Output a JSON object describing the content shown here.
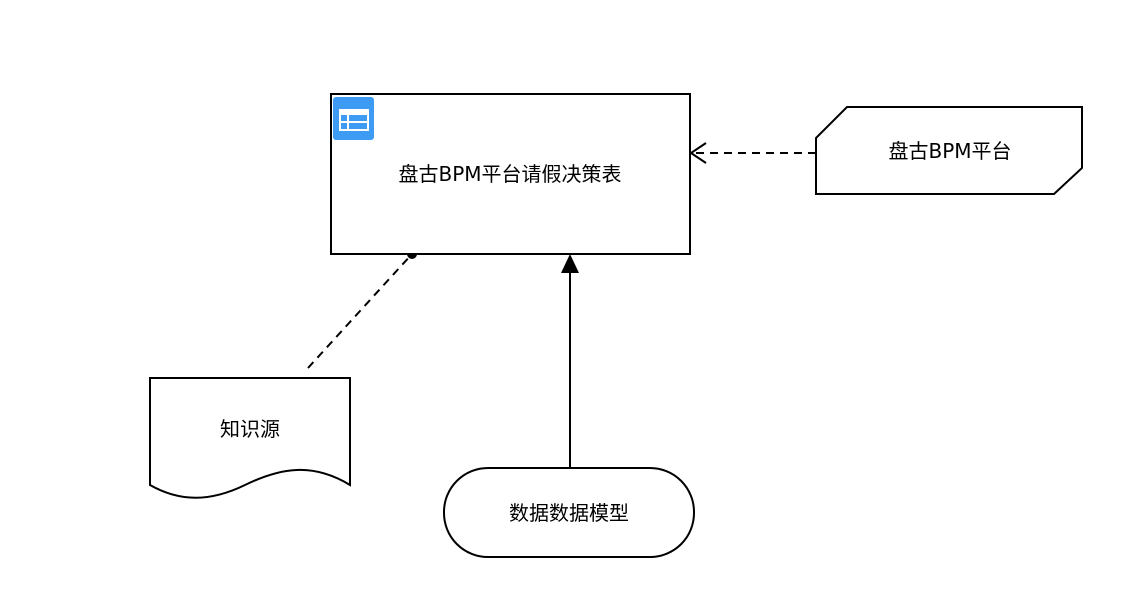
{
  "diagram": {
    "nodes": {
      "decision_table": {
        "label": "盘古BPM平台请假决策表",
        "icon": "table-icon",
        "icon_color": "#3d9bf4"
      },
      "authority": {
        "label": "盘古BPM平台"
      },
      "knowledge_source": {
        "label": "知识源"
      },
      "input_data": {
        "label": "数据数据模型"
      }
    },
    "edges": [
      {
        "from": "authority",
        "to": "decision_table",
        "style": "dashed",
        "head": "open-arrow"
      },
      {
        "from": "knowledge_source",
        "to": "decision_table",
        "style": "dashed",
        "head": "dot"
      },
      {
        "from": "input_data",
        "to": "decision_table",
        "style": "solid",
        "head": "filled-arrow"
      }
    ]
  }
}
